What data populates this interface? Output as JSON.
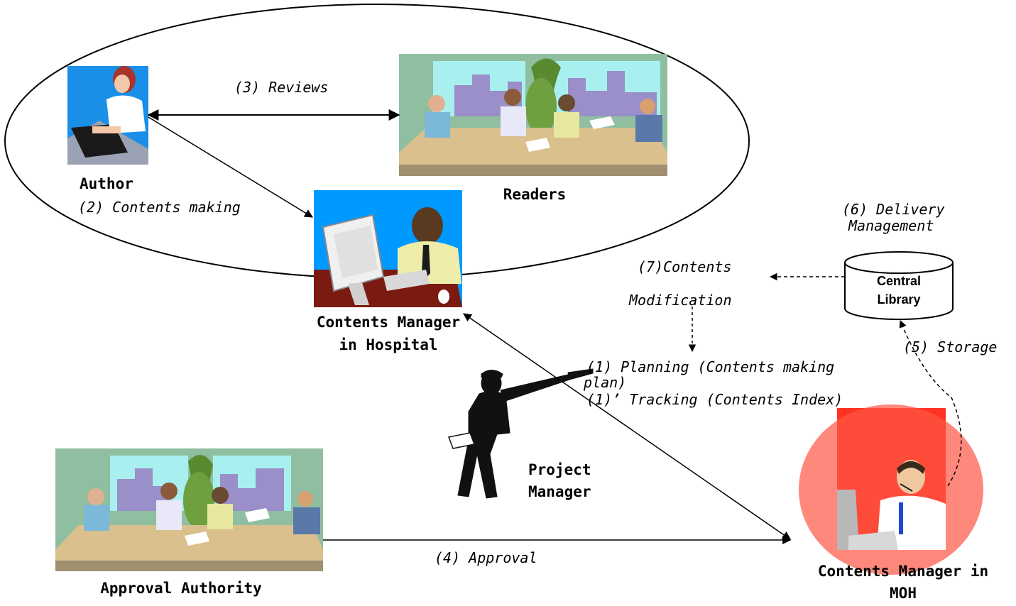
{
  "nodes": {
    "author": "Author",
    "readers": "Readers",
    "cm_hospital_line1": "Contents Manager",
    "cm_hospital_line2": "in Hospital",
    "project_manager_line1": "Project",
    "project_manager_line2": "Manager",
    "approval_authority": "Approval Authority",
    "cm_moh_line1": "Contents Manager in",
    "cm_moh_line2": "MOH",
    "central_library_line1": "Central",
    "central_library_line2": "Library"
  },
  "steps": {
    "reviews": "(3) Reviews",
    "contents_making": "(2) Contents making",
    "delivery_line1": "(6) Delivery",
    "delivery_line2": "Management",
    "modification_line1": "(7)Contents",
    "modification_line2": "Modification",
    "storage": "(5) Storage",
    "planning_line1": "(1) Planning (Contents making",
    "planning_line2": "plan)",
    "tracking": "(1)’  Tracking (Contents  Index)",
    "approval": "(4) Approval"
  },
  "colors": {
    "sky_blue": "#0099ff",
    "red_bg": "#ff3322",
    "table": "#d9c08c",
    "window": "#a8f0f0"
  }
}
